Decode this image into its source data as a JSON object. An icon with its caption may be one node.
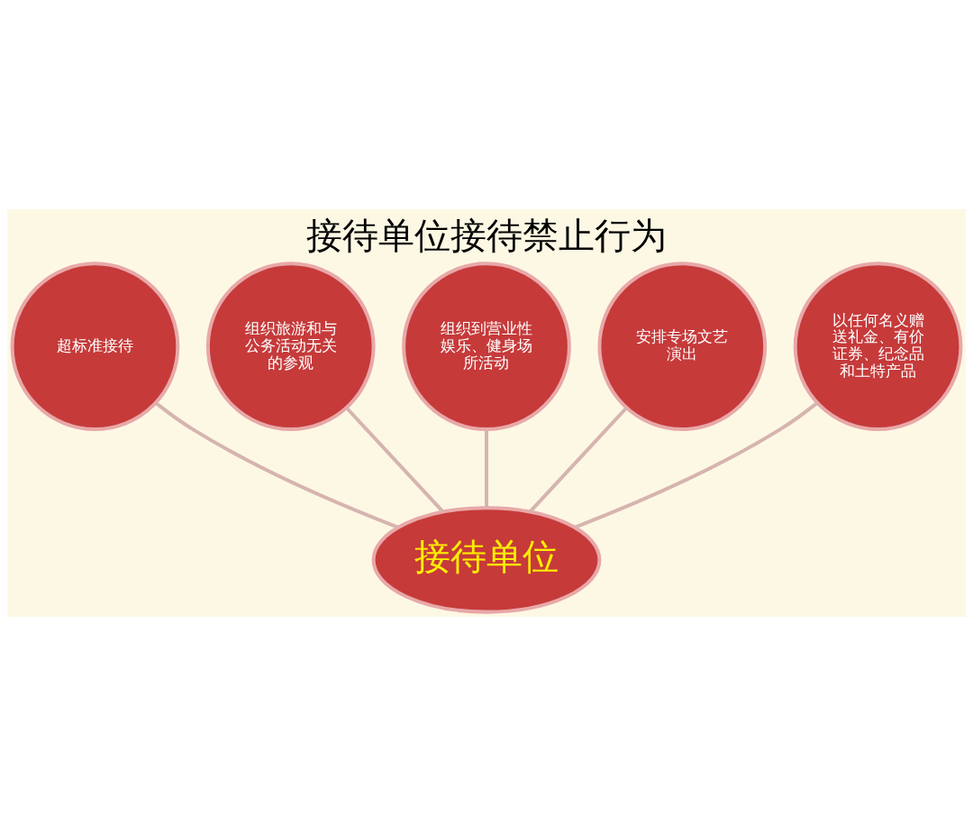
{
  "diagram": {
    "title": "接待单位接待禁止行为",
    "nodes": [
      {
        "text": [
          "接待单位"
        ]
      },
      {
        "text": [
          "超标准接待"
        ]
      },
      {
        "text": [
          "组织旅游和与公务活动无关的参观"
        ]
      },
      {
        "text": [
          "组织到营业性娱乐、健身场所活动"
        ]
      },
      {
        "text": [
          "安排专场文艺演出"
        ]
      },
      {
        "text": [
          "以任何名义赠送礼金、有价证券、纪念品和土特产品"
        ]
      }
    ],
    "edges": [
      {
        "from": 0,
        "to": 1,
        "arrow": "none"
      },
      {
        "from": 0,
        "to": 2,
        "arrow": "none"
      },
      {
        "from": 0,
        "to": 3,
        "arrow": "none"
      },
      {
        "from": 0,
        "to": 4,
        "arrow": "none"
      },
      {
        "from": 0,
        "to": 5,
        "arrow": "none"
      }
    ]
  }
}
